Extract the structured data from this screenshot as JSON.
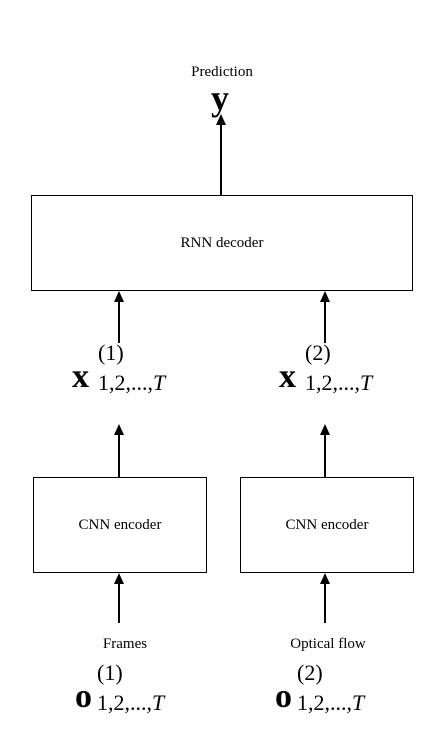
{
  "prediction": {
    "label": "Prediction",
    "symbol": "y"
  },
  "rnn_decoder": {
    "label": "RNN decoder"
  },
  "features": [
    {
      "base": "x",
      "sup": "(1)",
      "sub_prefix": "1,2,...,",
      "sub_var": "T"
    },
    {
      "base": "x",
      "sup": "(2)",
      "sub_prefix": "1,2,...,",
      "sub_var": "T"
    }
  ],
  "encoders": [
    {
      "label": "CNN encoder"
    },
    {
      "label": "CNN encoder"
    }
  ],
  "inputs": [
    {
      "label": "Frames",
      "base": "o",
      "sup": "(1)",
      "sub_prefix": "1,2,...,",
      "sub_var": "T"
    },
    {
      "label": "Optical flow",
      "base": "o",
      "sup": "(2)",
      "sub_prefix": "1,2,...,",
      "sub_var": "T"
    }
  ]
}
